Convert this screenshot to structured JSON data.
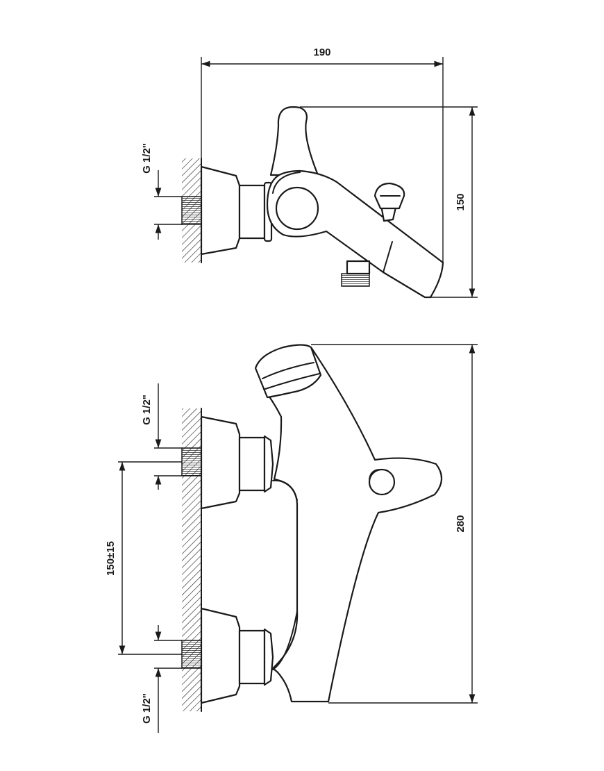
{
  "diagram": {
    "side_view": {
      "width_label": "190",
      "height_label": "150",
      "thread_label": "G 1/2\""
    },
    "front_view": {
      "height_label": "280",
      "spacing_label": "150±15",
      "thread_label_top": "G 1/2\"",
      "thread_label_bottom": "G 1/2\""
    }
  }
}
